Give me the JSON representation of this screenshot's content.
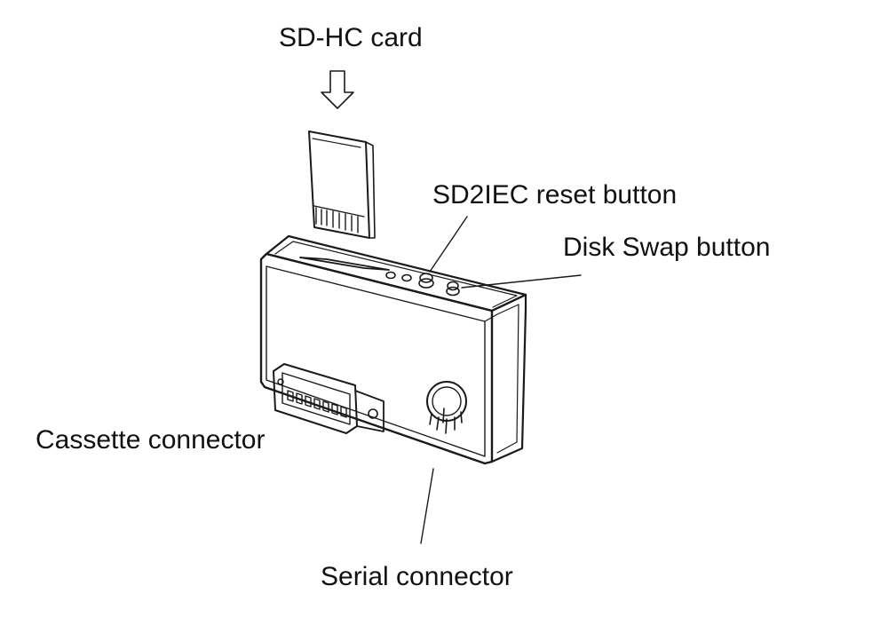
{
  "labels": {
    "sd_card": "SD-HC card",
    "reset_button": "SD2IEC reset button",
    "disk_swap_button": "Disk Swap button",
    "cassette_connector": "Cassette connector",
    "serial_connector": "Serial connector"
  },
  "colors": {
    "line": "#1a1a1a",
    "background": "#ffffff"
  }
}
